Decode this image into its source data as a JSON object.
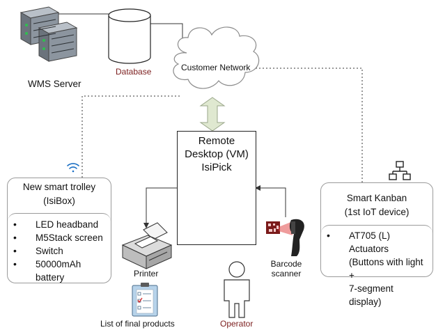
{
  "wms_server": {
    "label": "WMS Server"
  },
  "database": {
    "label": "Database"
  },
  "network": {
    "label": "Customer Network"
  },
  "vm": {
    "line1": "Remote",
    "line2": "Desktop (VM)",
    "line3": "IsiPick"
  },
  "trolley": {
    "title_line1": "New smart trolley",
    "title_line2": "(IsiBox)",
    "items": [
      "LED headband",
      "M5Stack screen",
      "Switch",
      "50000mAh",
      "battery"
    ],
    "icon": "wifi-icon"
  },
  "kanban": {
    "title_line1": "Smart Kanban",
    "title_line2": "(1st IoT device)",
    "items": [
      "AT705 (L) Actuators",
      "(Buttons with light +",
      "7-segment display)"
    ],
    "icon": "network-icon"
  },
  "printer": {
    "label": "Printer"
  },
  "scanner": {
    "line1": "Barcode",
    "line2": "scanner"
  },
  "operator": {
    "label": "Operator"
  },
  "products": {
    "label": "List of final products"
  },
  "colors": {
    "red_label": "#7b1d1d",
    "screen_blue": "#1a6fc4",
    "arrow_fill": "#dfe8d0"
  }
}
